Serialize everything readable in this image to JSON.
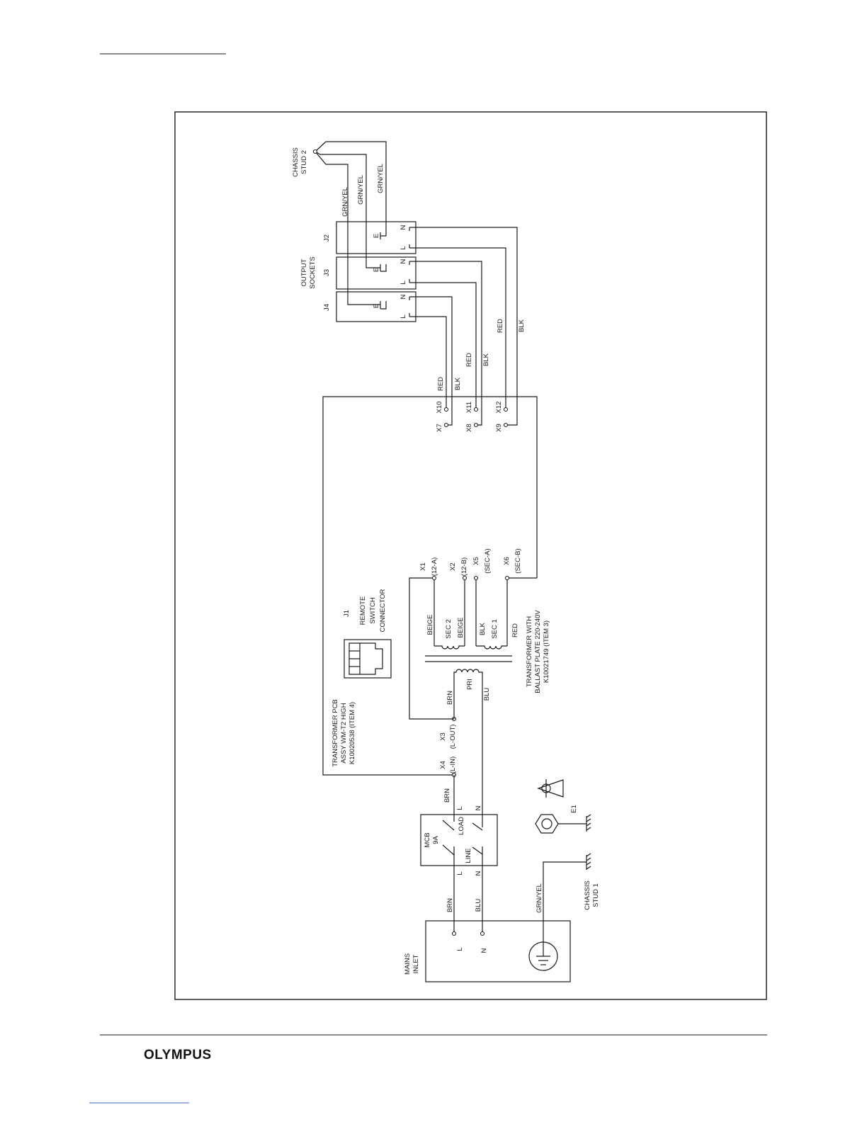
{
  "brand": {
    "name": "OLYMPUS"
  },
  "blocks": {
    "chassis_stud_2": [
      "CHASSIS",
      "STUD 2"
    ],
    "output_sockets": [
      "OUTPUT",
      "SOCKETS"
    ],
    "j2": "J2",
    "j3": "J3",
    "j4": "J4",
    "j1": [
      "J1",
      "REMOTE",
      "SWITCH",
      "CONNECTOR"
    ],
    "transformer_pcb": [
      "TRANSFORMER PCB",
      "ASSY WM-T2 HIGH",
      "K10020538 (ITEM 4)"
    ],
    "transformer": [
      "TRANSFORMER WITH",
      "BALLAST PLATE 220-240V",
      "K10021749 (ITEM 3)"
    ],
    "mcb": [
      "MCB",
      "9A"
    ],
    "mcb_load": "LOAD",
    "mcb_line": "LINE",
    "mains_inlet": [
      "MAINS",
      "INLET"
    ],
    "chassis_stud_1": [
      "CHASSIS",
      "STUD 1"
    ],
    "e1": "E1"
  },
  "sockets": {
    "e": "E",
    "l": "L",
    "n": "N"
  },
  "terminals": {
    "x1": "X1",
    "x1_sub": "(12-A)",
    "x2": "X2",
    "x2_sub": "(12-B)",
    "x3": "X3",
    "x3_sub": "(L-OUT)",
    "x4": "X4",
    "x4_sub": "(L-IN)",
    "x5": "X5",
    "x5_sub": "(SEC-A)",
    "x6": "X6",
    "x6_sub": "(SEC-B)",
    "x7": "X7",
    "x8": "X8",
    "x9": "X9",
    "x10": "X10",
    "x11": "X11",
    "x12": "X12"
  },
  "windings": {
    "sec1": "SEC 1",
    "sec2": "SEC 2",
    "pri": "PRI"
  },
  "wires": {
    "grn_yel": "GRN/YEL",
    "red": "RED",
    "blk": "BLK",
    "brn": "BRN",
    "blu": "BLU",
    "beige": "BEIGE"
  },
  "pins": {
    "l": "L",
    "n": "N"
  }
}
